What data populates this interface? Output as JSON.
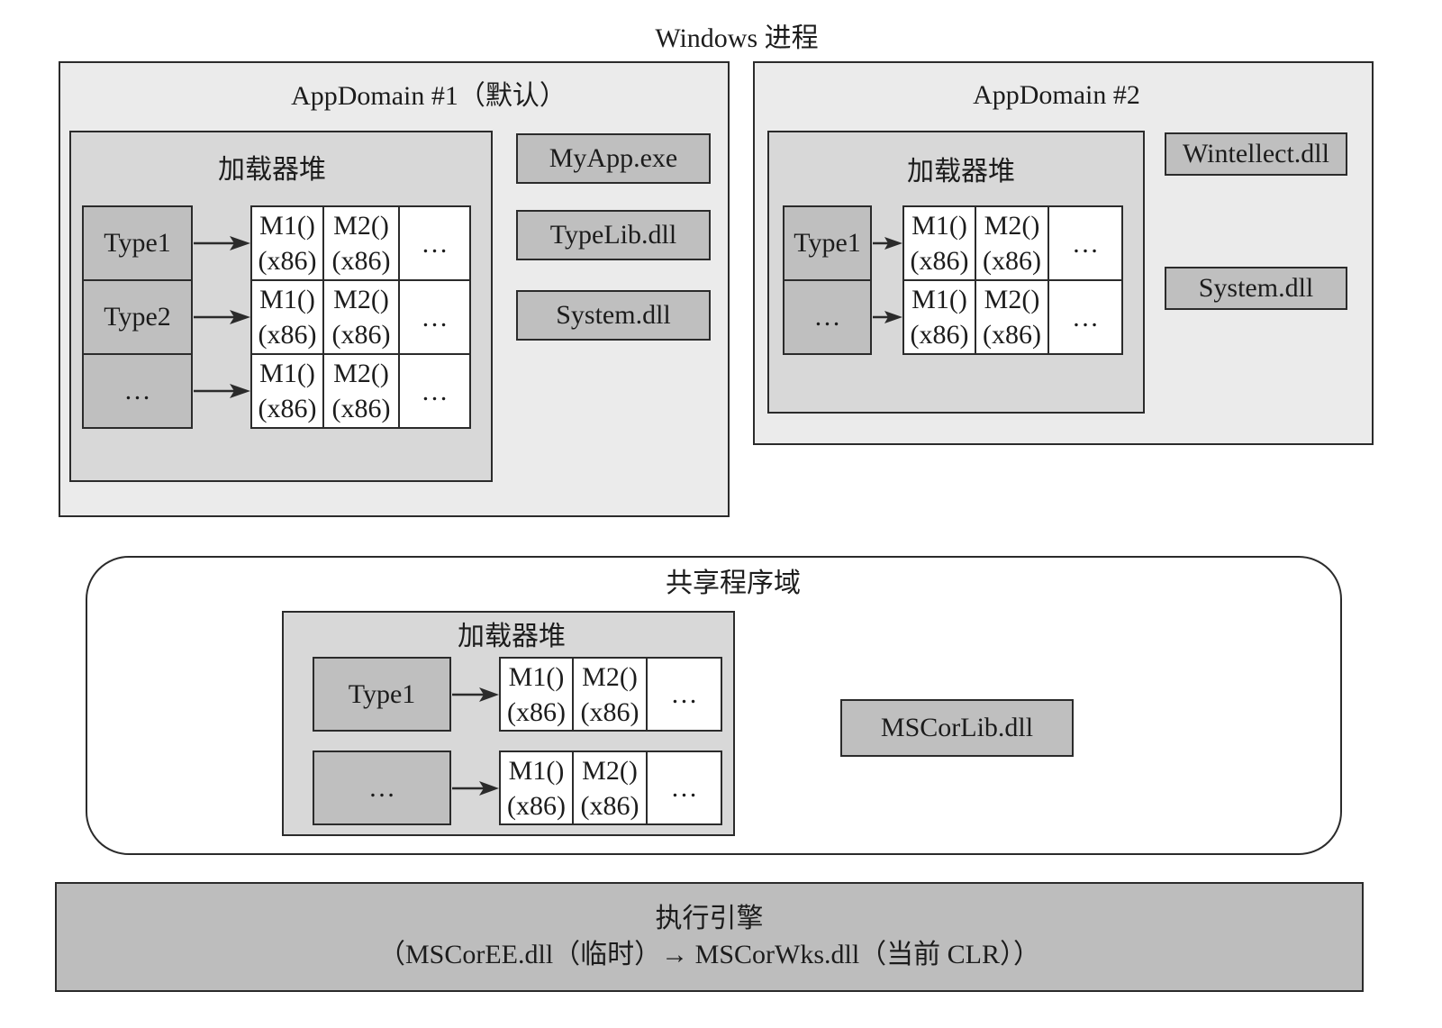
{
  "process_title": "Windows 进程",
  "appdomain1": {
    "title": "AppDomain #1（默认）",
    "loader_heap": {
      "title": "加载器堆",
      "rows": [
        {
          "type": "Type1",
          "methods": [
            {
              "name": "M1()",
              "arch": "(x86)"
            },
            {
              "name": "M2()",
              "arch": "(x86)"
            }
          ],
          "more": "…"
        },
        {
          "type": "Type2",
          "methods": [
            {
              "name": "M1()",
              "arch": "(x86)"
            },
            {
              "name": "M2()",
              "arch": "(x86)"
            }
          ],
          "more": "…"
        },
        {
          "type": "…",
          "methods": [
            {
              "name": "M1()",
              "arch": "(x86)"
            },
            {
              "name": "M2()",
              "arch": "(x86)"
            }
          ],
          "more": "…"
        }
      ]
    },
    "assemblies": [
      "MyApp.exe",
      "TypeLib.dll",
      "System.dll"
    ]
  },
  "appdomain2": {
    "title": "AppDomain #2",
    "loader_heap": {
      "title": "加载器堆",
      "rows": [
        {
          "type": "Type1",
          "methods": [
            {
              "name": "M1()",
              "arch": "(x86)"
            },
            {
              "name": "M2()",
              "arch": "(x86)"
            }
          ],
          "more": "…"
        },
        {
          "type": "…",
          "methods": [
            {
              "name": "M1()",
              "arch": "(x86)"
            },
            {
              "name": "M2()",
              "arch": "(x86)"
            }
          ],
          "more": "…"
        }
      ]
    },
    "assemblies": [
      "Wintellect.dll",
      "System.dll"
    ]
  },
  "shared_domain": {
    "title": "共享程序域",
    "loader_heap": {
      "title": "加载器堆",
      "rows": [
        {
          "type": "Type1",
          "methods": [
            {
              "name": "M1()",
              "arch": "(x86)"
            },
            {
              "name": "M2()",
              "arch": "(x86)"
            }
          ],
          "more": "…"
        },
        {
          "type": "…",
          "methods": [
            {
              "name": "M1()",
              "arch": "(x86)"
            },
            {
              "name": "M2()",
              "arch": "(x86)"
            }
          ],
          "more": "…"
        }
      ]
    },
    "assemblies": [
      "MSCorLib.dll"
    ]
  },
  "execution_engine": {
    "title": "执行引擎",
    "detail": "（MSCorEE.dll（临时）→ MSCorWks.dll（当前 CLR））"
  },
  "colors": {
    "domain-fill": "#ebebeb",
    "heap-fill": "#d8d8d8",
    "block-fill": "#bfbfbf",
    "engine-fill": "#bdbdbd",
    "line": "#2b2b2b"
  }
}
